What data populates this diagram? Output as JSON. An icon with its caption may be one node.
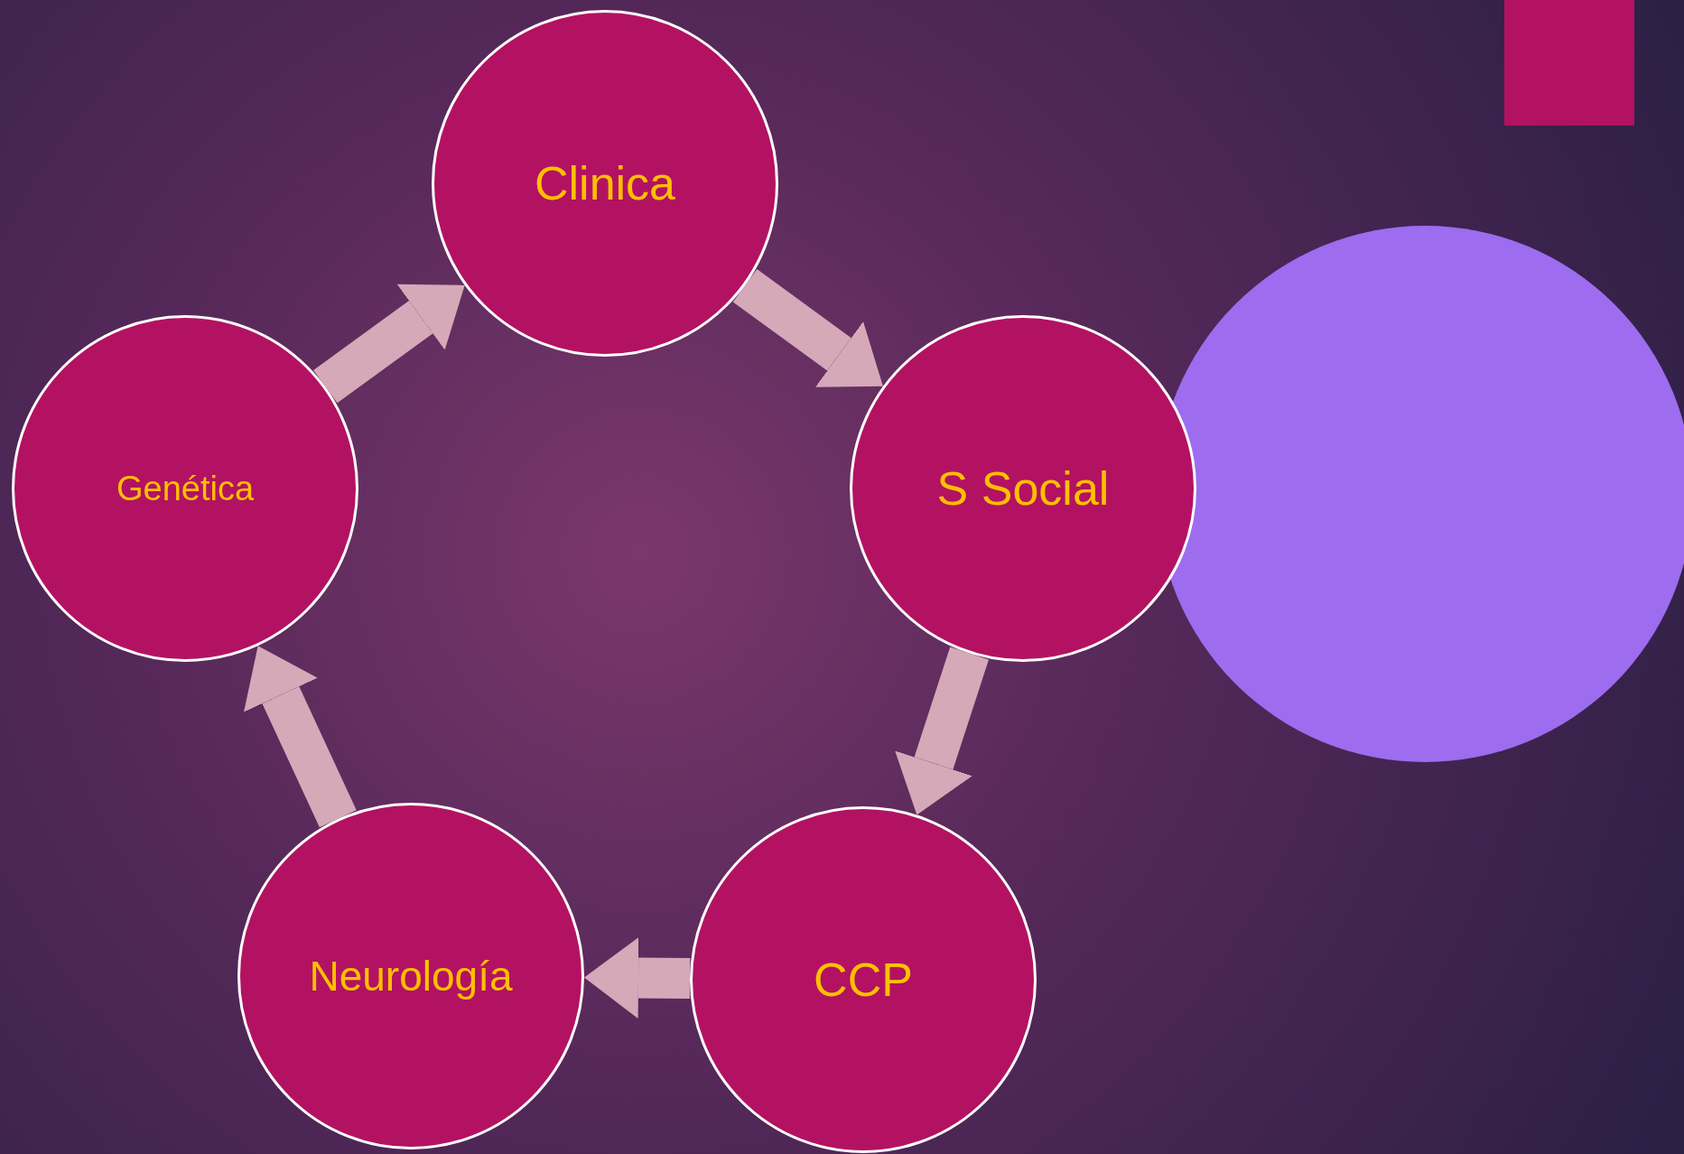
{
  "diagram": {
    "nodes": [
      {
        "text": [
          "Clinica"
        ]
      },
      {
        "text": [
          "S Social"
        ]
      },
      {
        "text": [
          "CCP"
        ]
      },
      {
        "text": [
          "Neurología"
        ]
      },
      {
        "text": [
          "Genética"
        ]
      }
    ],
    "edges": [
      {
        "from": 0,
        "to": 1,
        "arrow": "to"
      },
      {
        "from": 1,
        "to": 2,
        "arrow": "to"
      },
      {
        "from": 2,
        "to": 3,
        "arrow": "to"
      },
      {
        "from": 3,
        "to": 4,
        "arrow": "to"
      },
      {
        "from": 4,
        "to": 0,
        "arrow": "to"
      }
    ]
  }
}
